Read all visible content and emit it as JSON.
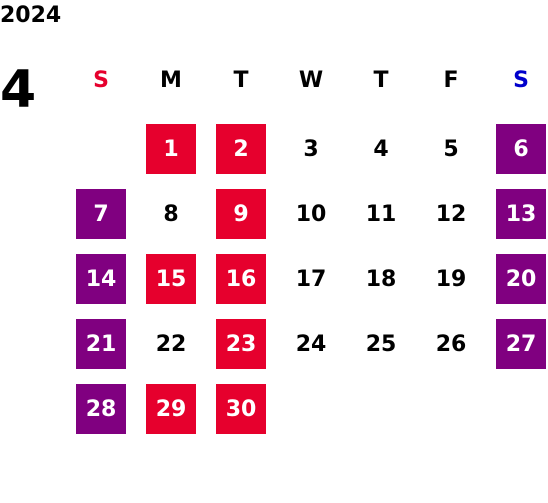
{
  "calendar": {
    "year": "2024",
    "month": "4",
    "weekdays": [
      {
        "label": "S",
        "color": "#e6002d"
      },
      {
        "label": "M",
        "color": "#000000"
      },
      {
        "label": "T",
        "color": "#000000"
      },
      {
        "label": "W",
        "color": "#000000"
      },
      {
        "label": "T",
        "color": "#000000"
      },
      {
        "label": "F",
        "color": "#000000"
      },
      {
        "label": "S",
        "color": "#0000cc"
      }
    ],
    "first_weekday_index": 1,
    "days": [
      {
        "day": "1",
        "style": "holiday"
      },
      {
        "day": "2",
        "style": "holiday"
      },
      {
        "day": "3",
        "style": "normal"
      },
      {
        "day": "4",
        "style": "normal"
      },
      {
        "day": "5",
        "style": "normal"
      },
      {
        "day": "6",
        "style": "weekend"
      },
      {
        "day": "7",
        "style": "weekend"
      },
      {
        "day": "8",
        "style": "normal"
      },
      {
        "day": "9",
        "style": "holiday"
      },
      {
        "day": "10",
        "style": "normal"
      },
      {
        "day": "11",
        "style": "normal"
      },
      {
        "day": "12",
        "style": "normal"
      },
      {
        "day": "13",
        "style": "weekend"
      },
      {
        "day": "14",
        "style": "weekend"
      },
      {
        "day": "15",
        "style": "holiday"
      },
      {
        "day": "16",
        "style": "holiday"
      },
      {
        "day": "17",
        "style": "normal"
      },
      {
        "day": "18",
        "style": "normal"
      },
      {
        "day": "19",
        "style": "normal"
      },
      {
        "day": "20",
        "style": "weekend"
      },
      {
        "day": "21",
        "style": "weekend"
      },
      {
        "day": "22",
        "style": "normal"
      },
      {
        "day": "23",
        "style": "holiday"
      },
      {
        "day": "24",
        "style": "normal"
      },
      {
        "day": "25",
        "style": "normal"
      },
      {
        "day": "26",
        "style": "normal"
      },
      {
        "day": "27",
        "style": "weekend"
      },
      {
        "day": "28",
        "style": "weekend"
      },
      {
        "day": "29",
        "style": "holiday"
      },
      {
        "day": "30",
        "style": "holiday"
      }
    ],
    "colors": {
      "holiday": "#e6002d",
      "weekend": "#800080",
      "text": "#000000"
    }
  }
}
